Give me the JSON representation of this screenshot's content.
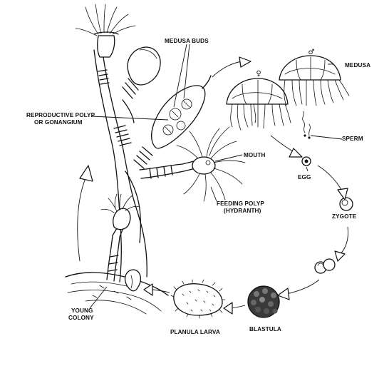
{
  "labels": {
    "medusa_buds": "MEDUSA BUDS",
    "medusa": "MEDUSA",
    "reproductive_polyp_line1": "REPRODUCTIVE POLYP",
    "reproductive_polyp_line2": "OR GONANGIUM",
    "sperm": "SPERM",
    "mouth": "MOUTH",
    "egg": "EGG",
    "feeding_polyp_line1": "FEEDING POLYP",
    "feeding_polyp_line2": "(HYDRANTH)",
    "zygote": "ZYGOTE",
    "young_colony_line1": "YOUNG",
    "young_colony_line2": "COLONY",
    "planula_larva": "PLANULA LARVA",
    "blastula": "BLASTULA"
  },
  "symbols": {
    "female": "♀",
    "male": "♂"
  },
  "colors": {
    "ink": "#111111",
    "background": "#ffffff"
  }
}
